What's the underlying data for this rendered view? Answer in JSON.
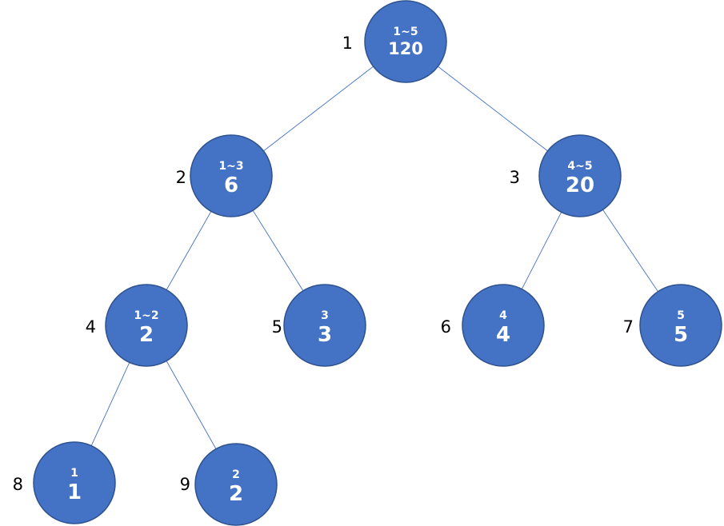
{
  "tree": {
    "nodes": [
      {
        "index": "1",
        "range": "1~5",
        "value": "120"
      },
      {
        "index": "2",
        "range": "1~3",
        "value": "6"
      },
      {
        "index": "3",
        "range": "4~5",
        "value": "20"
      },
      {
        "index": "4",
        "range": "1~2",
        "value": "2"
      },
      {
        "index": "5",
        "range": "3",
        "value": "3"
      },
      {
        "index": "6",
        "range": "4",
        "value": "4"
      },
      {
        "index": "7",
        "range": "5",
        "value": "5"
      },
      {
        "index": "8",
        "range": "1",
        "value": "1"
      },
      {
        "index": "9",
        "range": "2",
        "value": "2"
      }
    ],
    "edges": [
      [
        "1",
        "2"
      ],
      [
        "1",
        "3"
      ],
      [
        "2",
        "4"
      ],
      [
        "2",
        "5"
      ],
      [
        "3",
        "6"
      ],
      [
        "3",
        "7"
      ],
      [
        "4",
        "8"
      ],
      [
        "4",
        "9"
      ]
    ],
    "colors": {
      "node_fill": "#4472c4",
      "node_border": "#2f528f",
      "edge": "#4472c4",
      "node_text": "#ffffff",
      "index_text": "#000000"
    }
  }
}
